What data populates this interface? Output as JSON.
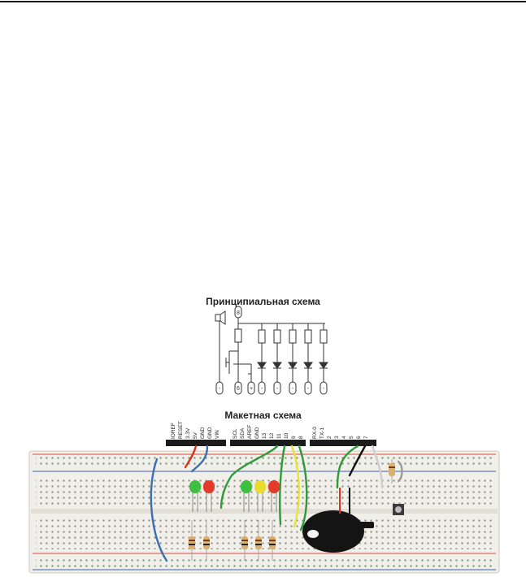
{
  "titles": {
    "schematic": "Принципиальная схема",
    "breadboard": "Макетная схема"
  },
  "headers": {
    "power": [
      "IOREF",
      "RESET",
      "3.3V",
      "5V",
      "GND",
      "GND",
      "VIN"
    ],
    "digital_left": [
      "SCL",
      "SDA",
      "AREF",
      "GND",
      "13",
      "12",
      "11",
      "10",
      "9",
      "8"
    ],
    "digital_right": [
      "RX-0",
      "TX-1",
      "2",
      "3",
      "4",
      "5",
      "6",
      "7"
    ]
  },
  "schematic_terminals": [
    "-",
    "6",
    "+",
    "-",
    "-",
    "-",
    "-",
    "-"
  ],
  "schematic_top_terminal": "8",
  "colors": {
    "red_wire": "#d8321e",
    "green_wire": "#2f9a3a",
    "yellow_wire": "#e8e23a",
    "blue_wire": "#3b6fb4",
    "black_wire": "#111111",
    "led_green": "#3fbf3f",
    "led_red": "#e23b2a",
    "led_yellow": "#e9dc2c",
    "board": "#f1efea",
    "rail_red": "#d94a3a",
    "rail_blue": "#3a63b0"
  }
}
